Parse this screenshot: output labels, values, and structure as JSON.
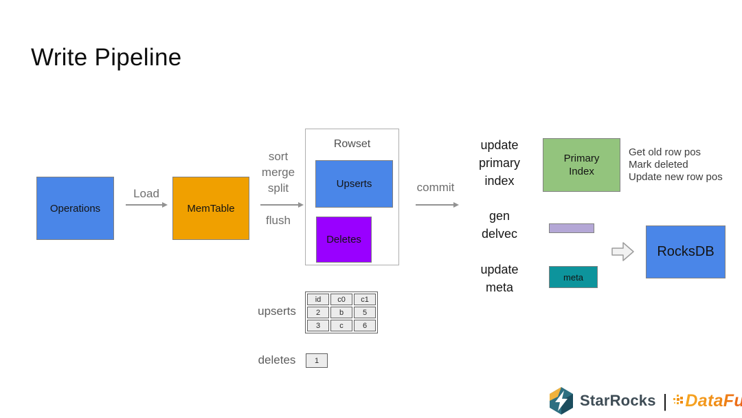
{
  "title": "Write Pipeline",
  "flow": {
    "operations": "Operations",
    "load": "Load",
    "memtable": "MemTable",
    "transform_lines": [
      "sort",
      "merge",
      "split"
    ],
    "flush": "flush",
    "rowset_title": "Rowset",
    "upserts_box": "Upserts",
    "deletes_box": "Deletes",
    "commit": "commit"
  },
  "steps": {
    "update_primary_index_lines": [
      "update",
      "primary",
      "index"
    ],
    "primary_index_box_lines": [
      "Primary",
      "Index"
    ],
    "primary_index_notes": [
      "Get old row pos",
      "Mark deleted",
      "Update new row pos"
    ],
    "gen_delvec_lines": [
      "gen",
      "delvec"
    ],
    "update_meta_lines": [
      "update",
      "meta"
    ],
    "meta_box": "meta",
    "rocksdb": "RocksDB"
  },
  "example": {
    "upserts_label": "upserts",
    "upserts_table": {
      "headers": [
        "id",
        "c0",
        "c1"
      ],
      "rows": [
        [
          "2",
          "b",
          "5"
        ],
        [
          "3",
          "c",
          "6"
        ]
      ]
    },
    "deletes_label": "deletes",
    "deletes_value": "1"
  },
  "footer": {
    "starrocks": "StarRocks",
    "separator": "|",
    "datafun": "DataFun."
  },
  "icons": {
    "starrocks_logo": "hexagon-with-lightning-bolt",
    "datafun_dots": "halftone-dot-pattern",
    "block_arrow": "hollow-right-arrow"
  },
  "colors": {
    "box_blue": "#4a86e8",
    "box_orange": "#f0a000",
    "box_purple": "#9900ff",
    "box_green": "#93c47d",
    "bar_light_purple": "#b4a7d6",
    "box_teal": "#0d949c",
    "arrow_gray": "#929292",
    "label_gray": "#6e6e6e",
    "starrocks_text": "#3e4c55",
    "datafun_orange": "#ee7612"
  }
}
